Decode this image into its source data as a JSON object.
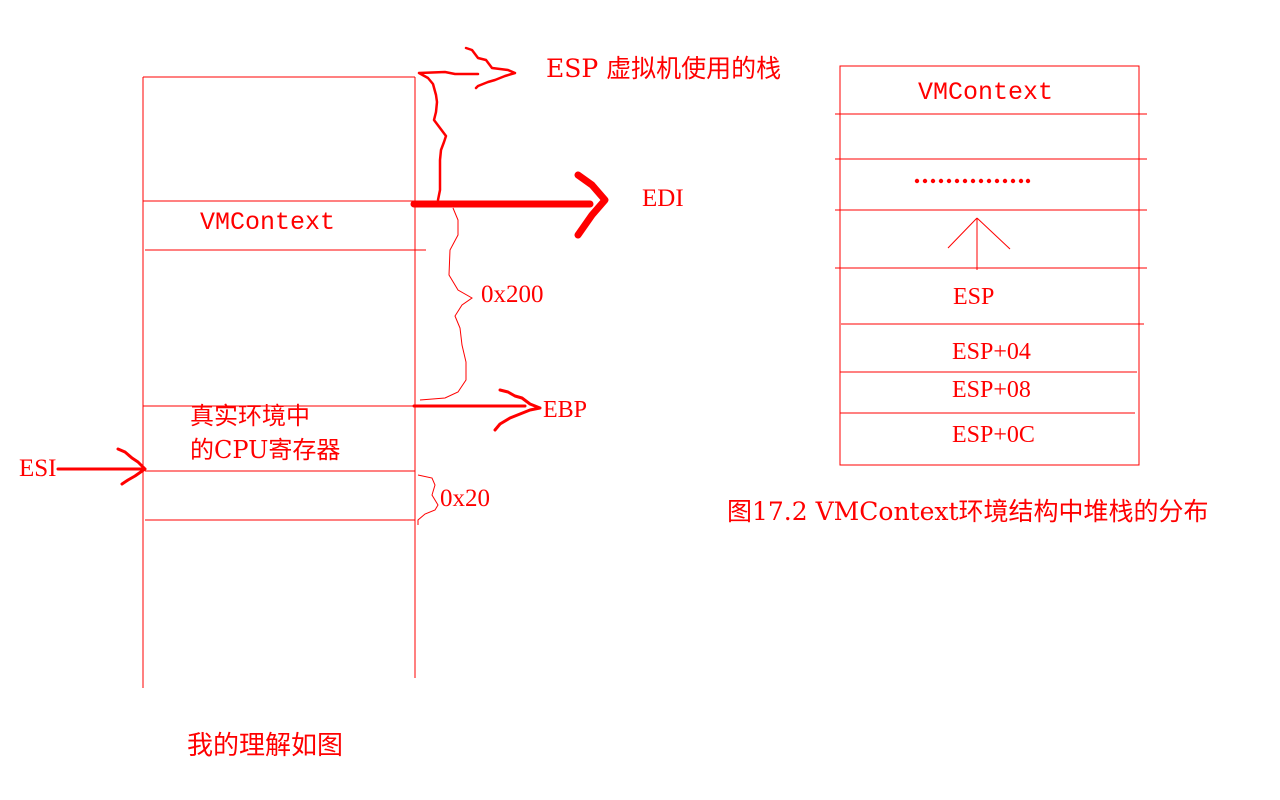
{
  "colors": {
    "ink": "#ff0000"
  },
  "left_diagram": {
    "esp_label": "ESP 虚拟机使用的栈",
    "edi_label": "EDI",
    "vmcontext_label": "VMContext",
    "size_0x200": "0x200",
    "ebp_label": "EBP",
    "cpu_regs_line1": "真实环境中",
    "cpu_regs_line2": "的CPU寄存器",
    "esi_label": "ESI",
    "size_0x20": "0x20",
    "caption": "我的理解如图"
  },
  "right_diagram": {
    "rows": [
      "VMContext",
      "",
      "…………",
      "up-arrow",
      "ESP",
      "ESP+04",
      "ESP+08",
      "ESP+0C"
    ],
    "caption": "图17.2 VMContext环境结构中堆栈的分布"
  }
}
